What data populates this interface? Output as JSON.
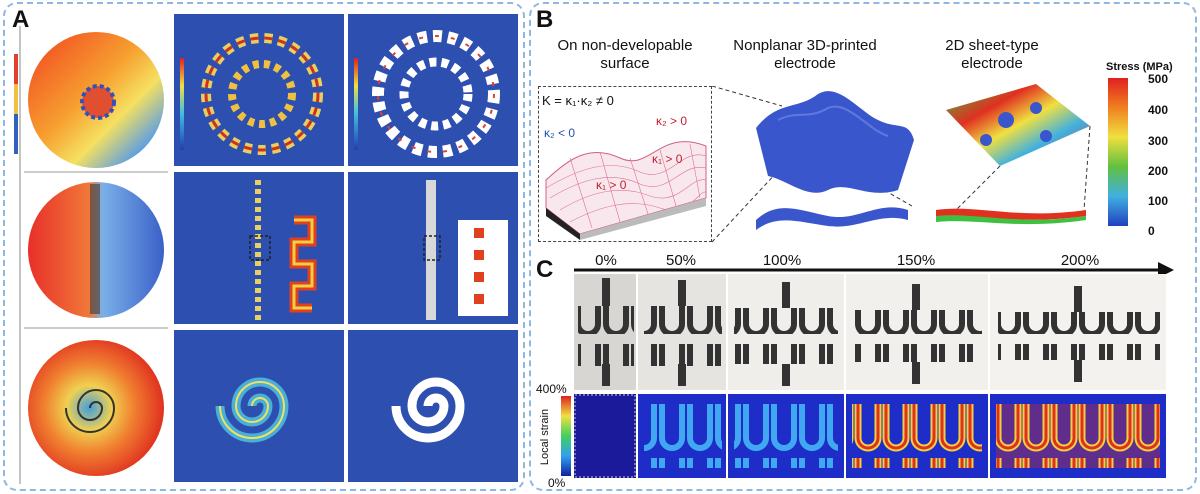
{
  "panel_a": {
    "label": "A"
  },
  "panel_b": {
    "label": "B",
    "col1_title": "On non-developable surface",
    "col2_title": "Nonplanar 3D-printed electrode",
    "col3_title": "2D sheet-type electrode",
    "curvature_eq": "K = κ₁·κ₂ ≠ 0",
    "k2_neg": "κ₂ < 0",
    "k2_pos": "κ₂ > 0",
    "k1_pos_a": "κ₁ > 0",
    "k1_pos_b": "κ₁ > 0",
    "colorbar": {
      "title": "Stress (MPa)",
      "ticks": [
        "500",
        "400",
        "300",
        "200",
        "100",
        "0"
      ]
    }
  },
  "panel_c": {
    "label": "C",
    "strain_labels": [
      "0%",
      "50%",
      "100%",
      "150%",
      "200%"
    ],
    "colorbar": {
      "title": "Local strain",
      "max": "400%",
      "min": "0%"
    }
  },
  "colors": {
    "frame": "#8fb8e0",
    "sim_bg": "#2c4fb0"
  }
}
